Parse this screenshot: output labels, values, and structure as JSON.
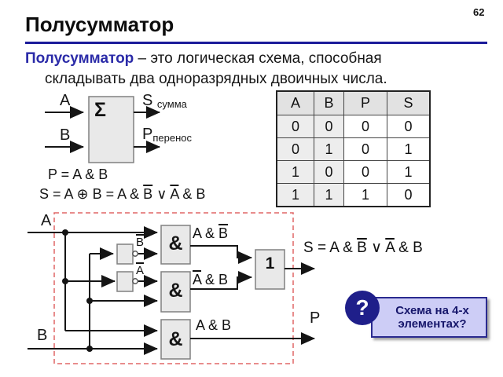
{
  "slide": {
    "title": "Полусумматор",
    "page_number": "62"
  },
  "definition": {
    "term": "Полусумматор",
    "after_term": " – это логическая схема, способная",
    "line2": "складывать два одноразрядных двоичных числа."
  },
  "block": {
    "sigma": "Σ",
    "input_a": "A",
    "input_b": "B",
    "out_s": "S",
    "out_s_sub": "сумма",
    "out_p": "P",
    "out_p_sub": "перенос"
  },
  "formulas": {
    "p": "P = A & B",
    "s_parts": [
      "S = A ⊕ B = A & ",
      "B",
      " ∨ ",
      "A",
      " & B"
    ]
  },
  "truth_table": {
    "headers": [
      "A",
      "B",
      "P",
      "S"
    ],
    "rows": [
      [
        "0",
        "0",
        "0",
        "0"
      ],
      [
        "0",
        "1",
        "0",
        "1"
      ],
      [
        "1",
        "0",
        "0",
        "1"
      ],
      [
        "1",
        "1",
        "1",
        "0"
      ]
    ]
  },
  "circuit": {
    "input_a": "A",
    "input_b": "B",
    "not1_label": "B",
    "not2_label": "A",
    "and_symbol": "&",
    "or_symbol": "1",
    "and1_parts": [
      "A & ",
      "B"
    ],
    "and2_parts": [
      "A",
      " & B"
    ],
    "and3_label": "A & B",
    "s_eq_parts": [
      "S = A & ",
      "B",
      " ∨ ",
      "A",
      " & B"
    ],
    "p_label": "P"
  },
  "callout": {
    "icon": "?",
    "line1": "Схема на 4-х",
    "line2": "элементах?"
  },
  "colors": {
    "accent_blue": "#1b1b9a",
    "term_blue": "#2b2ba8",
    "callout_bg": "#cdcdf6",
    "callout_border": "#2a2a8f",
    "dashed_box_red": "#e06666",
    "gate_fill": "#e9e9e9",
    "gate_border": "#808080"
  }
}
